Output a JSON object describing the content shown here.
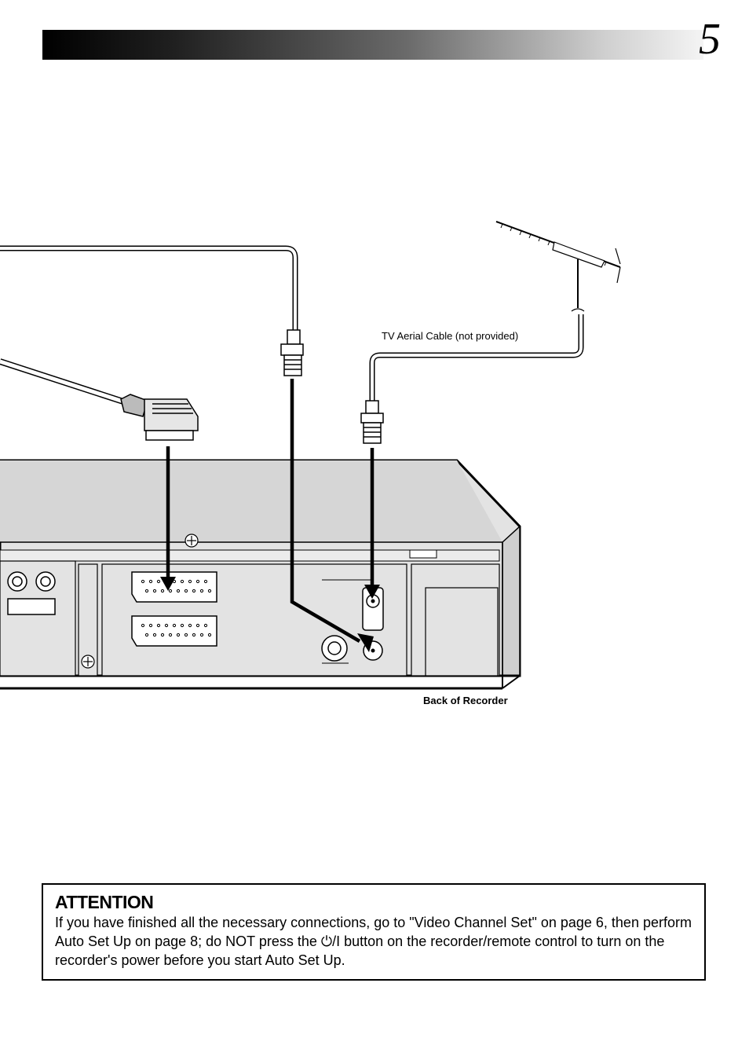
{
  "page": {
    "number": "5"
  },
  "diagram": {
    "aerial_cable_label": "TV Aerial Cable (not provided)",
    "recorder_label": "Back of Recorder"
  },
  "attention": {
    "title": "ATTENTION",
    "body_part1": "If you have finished all the necessary connections, go to \"Video Channel Set\" on page 6, then perform Auto Set Up on page 8; do NOT press the ",
    "power_symbol": "⏻/I",
    "body_part2": " button on the recorder/remote control to turn on the recorder's power before you start Auto Set Up."
  }
}
